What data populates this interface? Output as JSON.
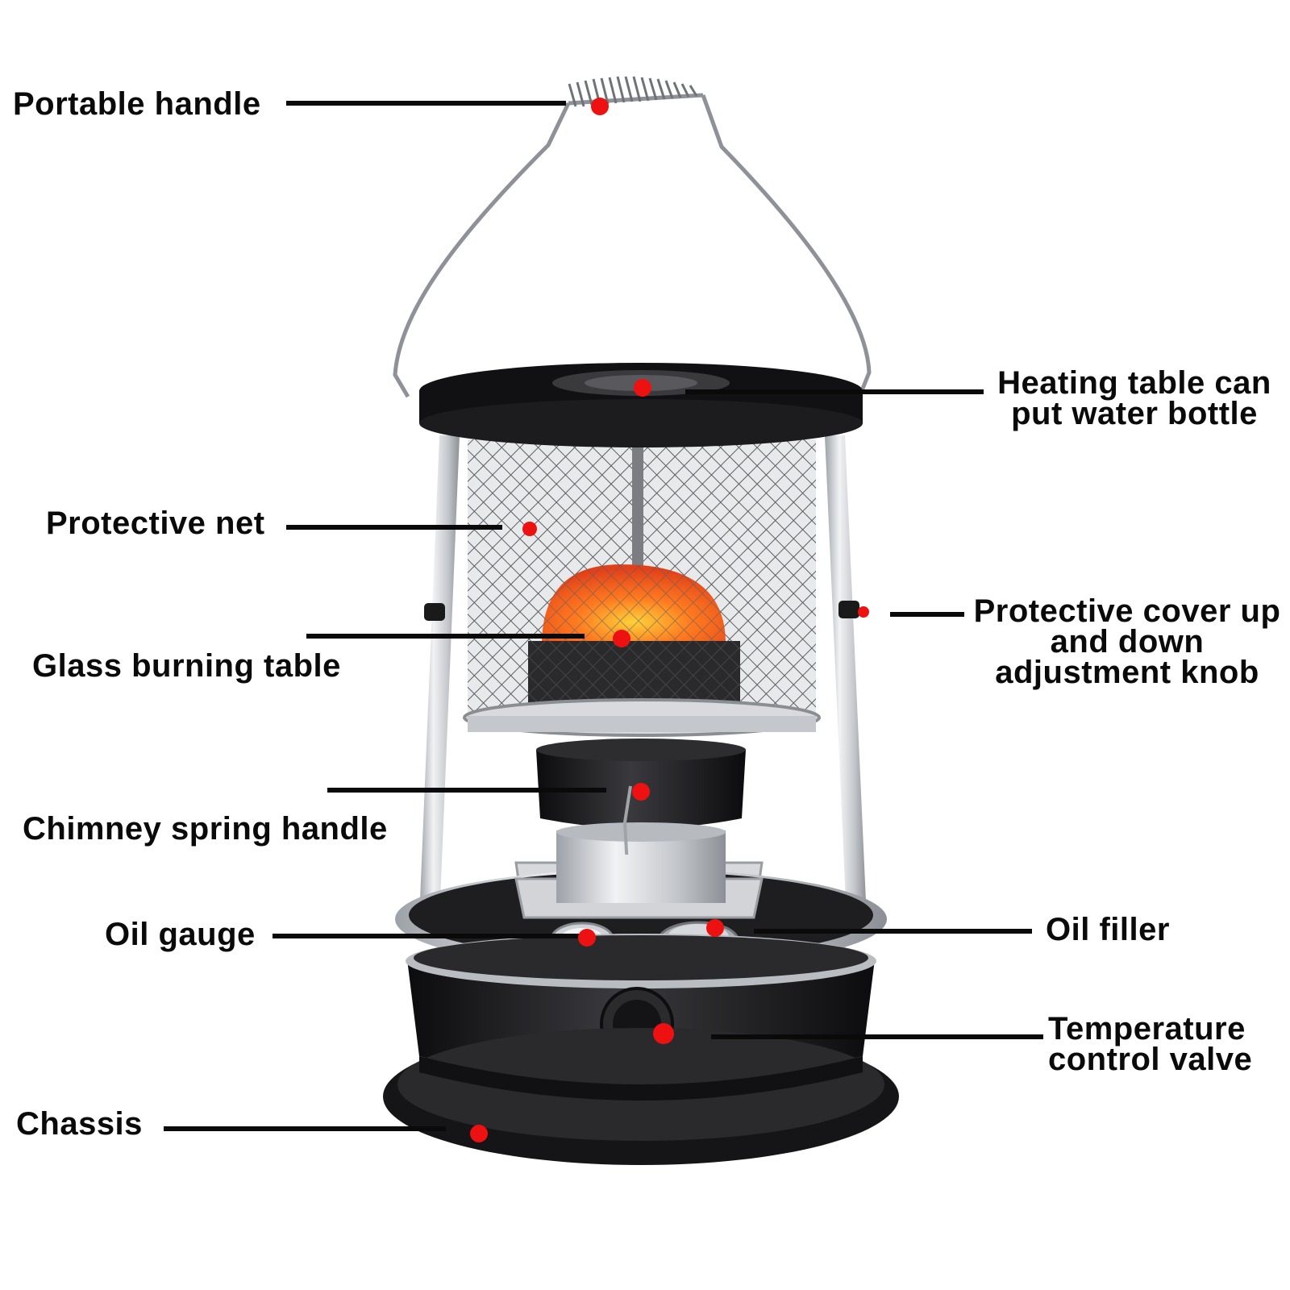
{
  "colors": {
    "marker": "#ee1111",
    "leader": "#0a0a0a",
    "text": "#0a0a0a",
    "body_dark": "#1c1c1e",
    "steel": "#c9ccd1",
    "flame": "#ff6a1a"
  },
  "labels": {
    "portable_handle": "Portable handle",
    "heating_table_line1": "Heating table can",
    "heating_table_line2": "put water bottle",
    "protective_net": "Protective net",
    "adjust_knob_line1": "Protective cover up",
    "adjust_knob_line2": "and down",
    "adjust_knob_line3": "adjustment knob",
    "glass_burning_table": "Glass burning table",
    "chimney_spring_handle": "Chimney spring handle",
    "oil_gauge": "Oil gauge",
    "oil_filler": "Oil filler",
    "temp_valve_line1": "Temperature",
    "temp_valve_line2": "control valve",
    "chassis": "Chassis"
  }
}
